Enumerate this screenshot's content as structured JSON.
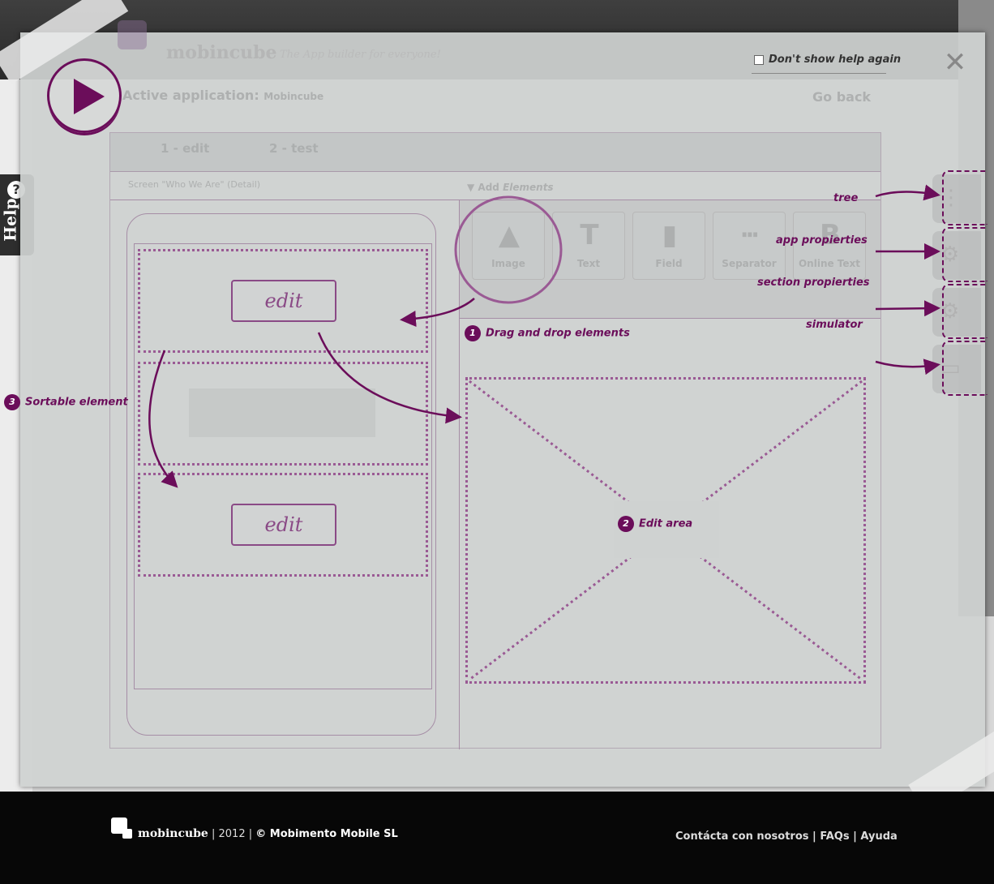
{
  "overlay": {
    "logo": "mobincube",
    "tagline": "The App builder for everyone!",
    "dont_show_label": "Don't show help again",
    "active_application_label": "Active application:",
    "active_application_name": "Mobincube",
    "go_back": "Go back",
    "help_tab": "Help",
    "help_q": "?"
  },
  "builder": {
    "tabs": [
      {
        "label": "1 - edit"
      },
      {
        "label": "2 - test"
      }
    ],
    "screen_label": "Screen \"Who We Are\" (Detail)",
    "add_elements_label": "Add",
    "add_elements_word": "Elements",
    "elements": [
      {
        "label": "Image",
        "icon": "image-icon"
      },
      {
        "label": "Text",
        "icon": "text-icon"
      },
      {
        "label": "Field",
        "icon": "field-icon"
      },
      {
        "label": "Separator",
        "icon": "separator-icon"
      },
      {
        "label": "Online Text",
        "icon": "online-text-icon"
      }
    ],
    "edit_label": "edit"
  },
  "annotations": {
    "drag_drop": {
      "num": "1",
      "text": "Drag and drop elements"
    },
    "edit_area": {
      "num": "2",
      "text": "Edit area"
    },
    "sortable": {
      "num": "3",
      "text": "Sortable element"
    },
    "tree": "tree",
    "app_properties": "app propierties",
    "section_properties": "section propierties",
    "simulator": "simulator"
  },
  "footer": {
    "brand": "mobincube",
    "year": "2012",
    "copyright": "© Mobimento Mobile SL",
    "contact": "Contácta con nosotros",
    "faqs": "FAQs",
    "help": "Ayuda"
  },
  "colors": {
    "accent": "#6b0d5a",
    "overlay": "#cfd2d1",
    "footer": "#070707"
  }
}
